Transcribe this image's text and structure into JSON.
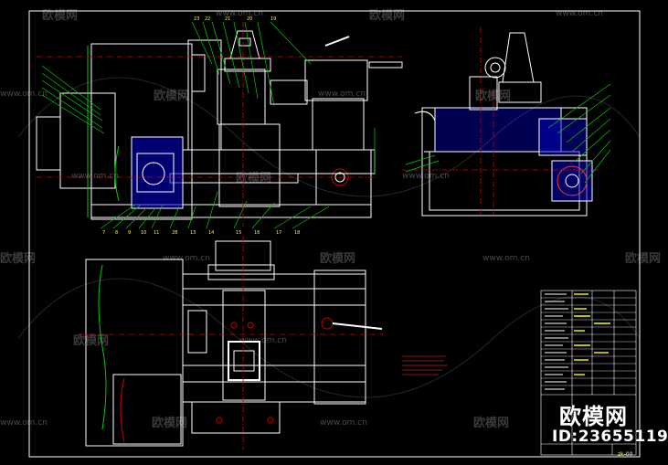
{
  "watermark": {
    "brand": "欧模网",
    "url": "www.om.cn"
  },
  "brand_badge": {
    "name": "欧模网",
    "id": "ID:23655119"
  },
  "title_block": {
    "drawing_number": "zk-00"
  },
  "colors": {
    "background": "#000000",
    "outline": "#ffffff",
    "leader": "#00cc00",
    "center": "#cc0000",
    "hatch": "#0000cc",
    "label": "#ffff00",
    "note": "#ff3333",
    "dimension": "#cc0000"
  }
}
